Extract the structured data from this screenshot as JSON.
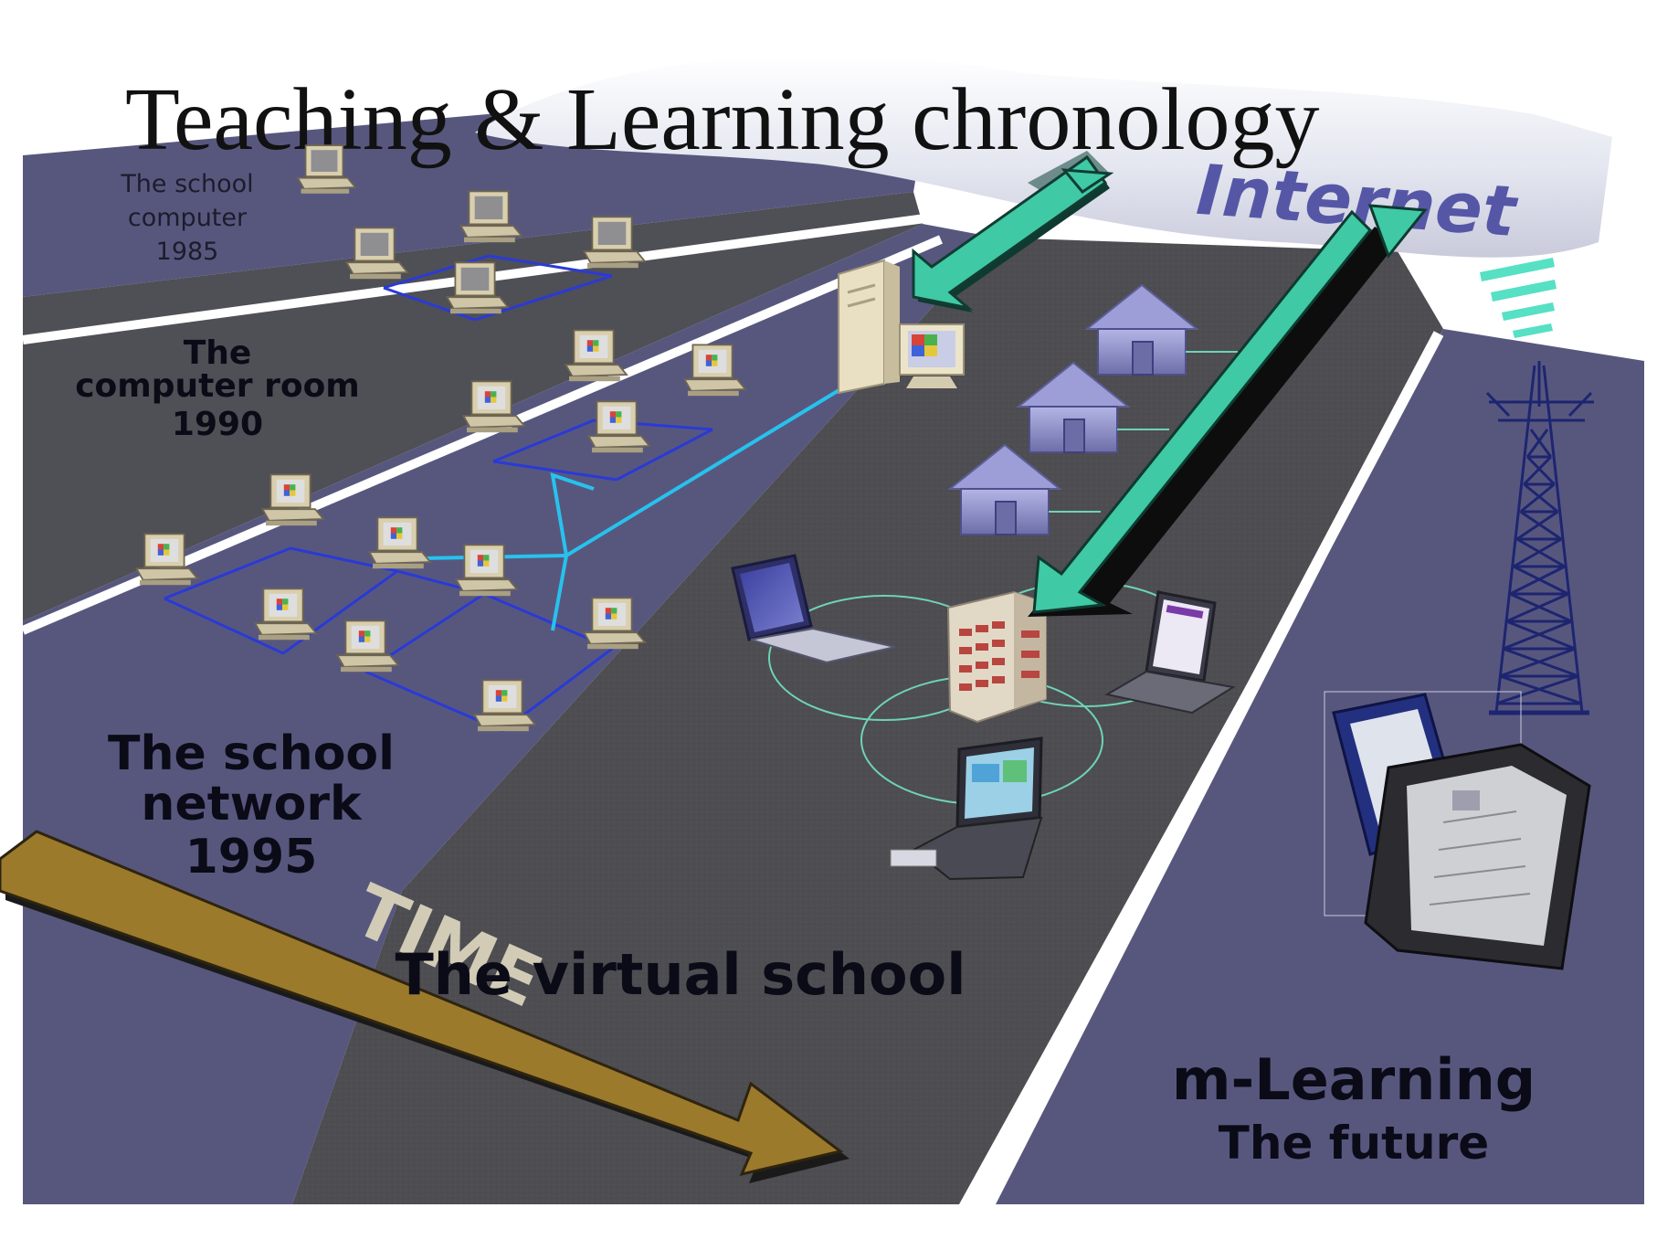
{
  "title": "Teaching & Learning chronology",
  "internet_label": "Internet",
  "time_label": "TIME",
  "eras": [
    {
      "id": "school-computer",
      "lines": [
        "The school",
        "computer",
        "1985"
      ]
    },
    {
      "id": "computer-room",
      "lines": [
        "The",
        "computer room",
        "1990"
      ]
    },
    {
      "id": "school-network",
      "lines": [
        "The school",
        "network",
        "1995"
      ]
    },
    {
      "id": "virtual-school",
      "lines": [
        "The virtual school"
      ]
    },
    {
      "id": "m-learning",
      "lines": [
        "m-Learning",
        "The future"
      ]
    }
  ],
  "colors": {
    "lane_purple": "#57577e",
    "lane_gray": "#4d4d52",
    "lane_divider": "#ffffff",
    "internet_arrow": "#3fc9a5",
    "lan_cable": "#27c2ee",
    "network_link": "#2a3ad6",
    "house": "#8f90cc",
    "time_arrow": "#9b7a2b",
    "wifi_ring": "#6fd3b3"
  }
}
